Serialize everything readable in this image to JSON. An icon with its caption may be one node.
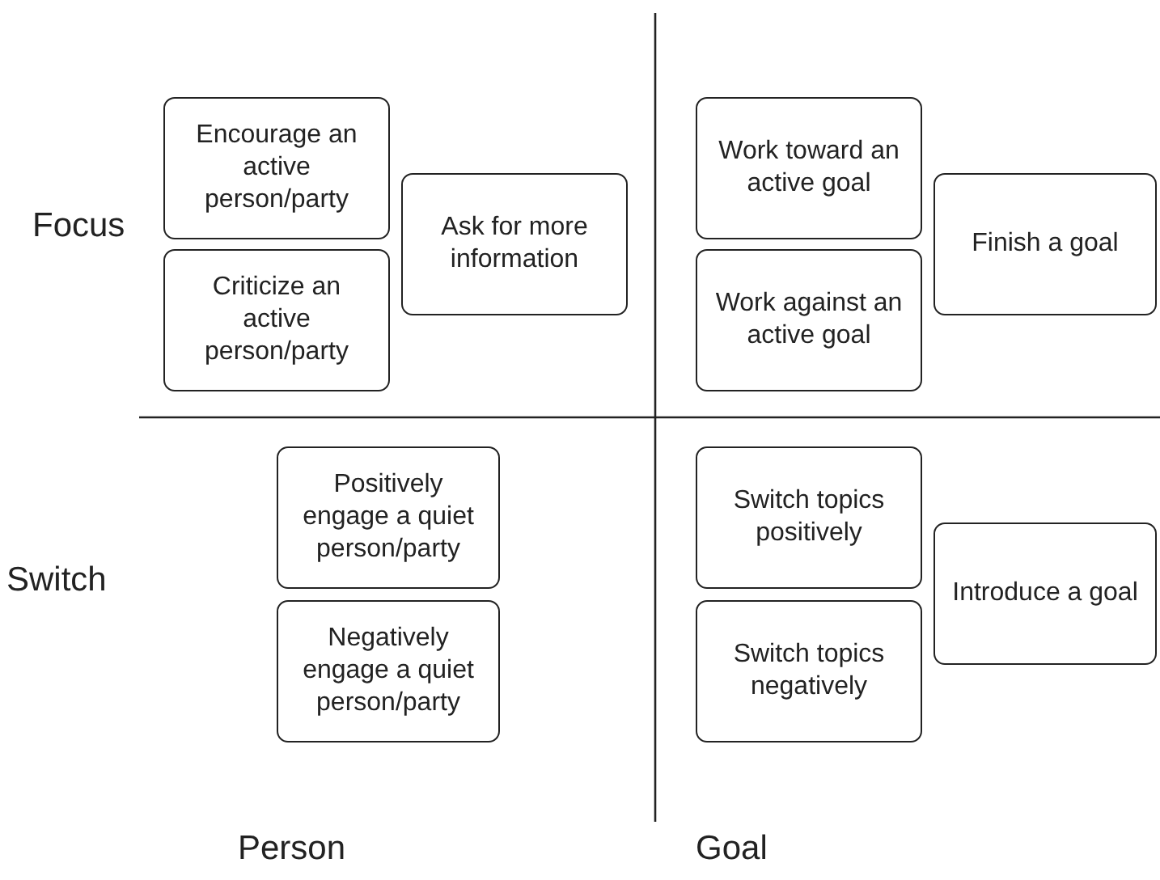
{
  "diagram": {
    "nodes": [
      {
        "text": [
          "Encourage an active person/party"
        ]
      },
      {
        "text": [
          "Criticize an active person/party"
        ]
      },
      {
        "text": [
          "Ask for more information"
        ]
      },
      {
        "text": [
          "Work toward an active goal"
        ]
      },
      {
        "text": [
          "Work against an active goal"
        ]
      },
      {
        "text": [
          "Finish a goal"
        ]
      },
      {
        "text": [
          "Positively engage a quiet person/party"
        ]
      },
      {
        "text": [
          "Negatively engage a quiet person/party"
        ]
      },
      {
        "text": [
          "Switch topics positively"
        ]
      },
      {
        "text": [
          "Switch topics negatively"
        ]
      },
      {
        "text": [
          "Introduce a goal"
        ]
      }
    ],
    "labels": [
      "Focus",
      "Switch",
      "Person",
      "Goal"
    ]
  }
}
